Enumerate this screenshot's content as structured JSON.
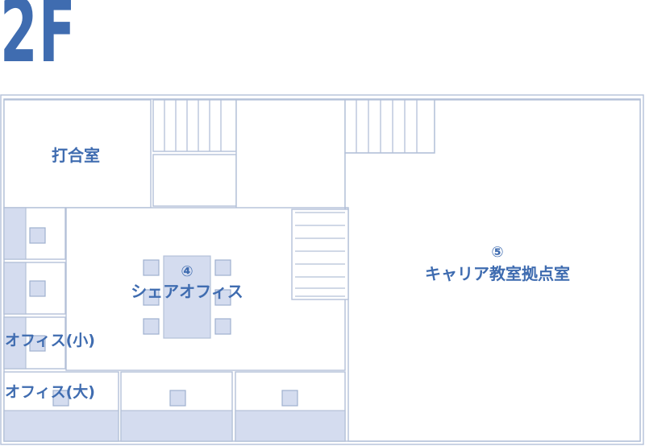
{
  "floor": "2F",
  "rooms": {
    "meeting_room": "打合室",
    "share_office_number": "④",
    "share_office": "シェアオフィス",
    "career_room_number": "⑤",
    "career_room": "キャリア教室拠点室",
    "office_small": "オフィス(小)",
    "office_large": "オフィス(大)"
  },
  "colors": {
    "accent": "#3f6cb0",
    "line": "#b3c0d8",
    "fill": "#d4dcef"
  }
}
